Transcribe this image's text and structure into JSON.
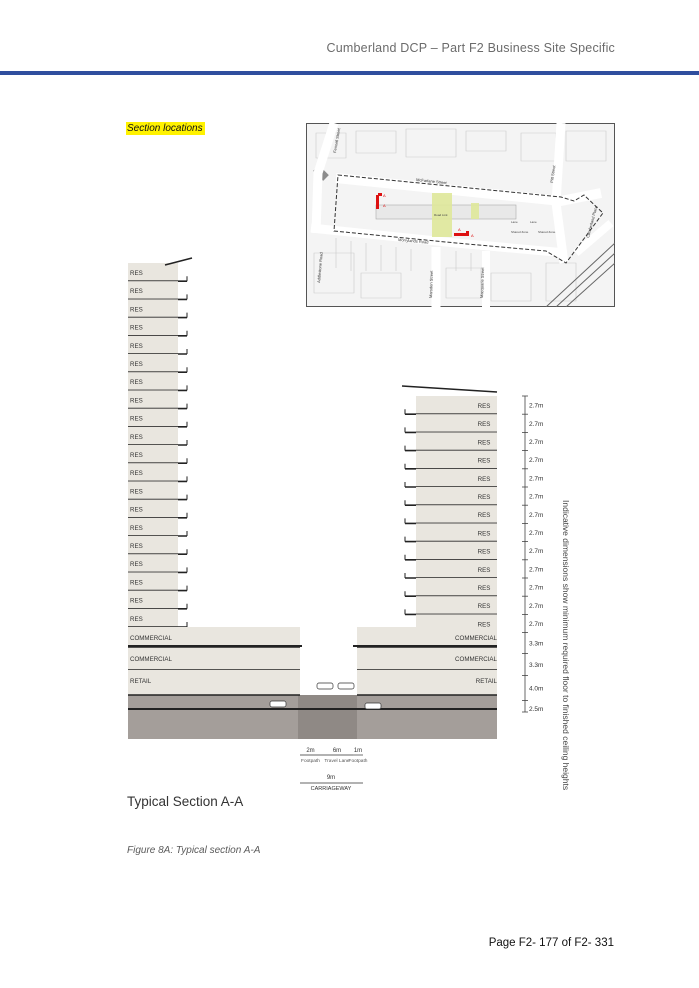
{
  "header": {
    "title": "Cumberland DCP – Part F2 Business Site Specific"
  },
  "section_label": "Section locations",
  "map": {
    "streets": [
      "Fennell Street",
      "McFarlane Street",
      "Pitt Street",
      "Marsden Street",
      "Macquarie Street",
      "Morrylands Road",
      "Addlestone Road",
      "Cumberland Place"
    ],
    "small_labels": [
      "Road Link",
      "Lane",
      "Lane",
      "Shared Zone",
      "Shared Zone"
    ],
    "markers": [
      "A",
      "A",
      "A",
      "A"
    ]
  },
  "section_drawing": {
    "title": "Typical Section A-A",
    "left_tower_floors": [
      "RES",
      "RES",
      "RES",
      "RES",
      "RES",
      "RES",
      "RES",
      "RES",
      "RES",
      "RES",
      "RES",
      "RES",
      "RES",
      "RES",
      "RES",
      "RES",
      "RES",
      "RES",
      "RES",
      "RES"
    ],
    "left_podium_floors": [
      "COMMERCIAL",
      "COMMERCIAL",
      "RETAIL"
    ],
    "right_tower_floors": [
      "RES",
      "RES",
      "RES",
      "RES",
      "RES",
      "RES",
      "RES",
      "RES",
      "RES",
      "RES",
      "RES",
      "RES",
      "RES"
    ],
    "right_podium_floors": [
      "COMMERCIAL",
      "COMMERCIAL",
      "RETAIL"
    ],
    "heights": [
      "2.7m",
      "2.7m",
      "2.7m",
      "2.7m",
      "2.7m",
      "2.7m",
      "2.7m",
      "2.7m",
      "2.7m",
      "2.7m",
      "2.7m",
      "2.7m",
      "2.7m",
      "3.3m",
      "3.3m",
      "4.0m",
      "2.5m"
    ],
    "side_note": "Indicative dimensions show minimum required floor to finished ceiling heights",
    "dimensions": {
      "top": [
        {
          "value": "2m",
          "label": "Footpath"
        },
        {
          "value": "6m",
          "label": "Travel Lane"
        },
        {
          "value": "1m",
          "label": "Footpath"
        }
      ],
      "total_value": "9m",
      "total_label": "CARRIAGEWAY"
    }
  },
  "caption": "Figure 8A: Typical section A-A",
  "footer": {
    "page": "Page F2- 177 of F2- 331"
  }
}
